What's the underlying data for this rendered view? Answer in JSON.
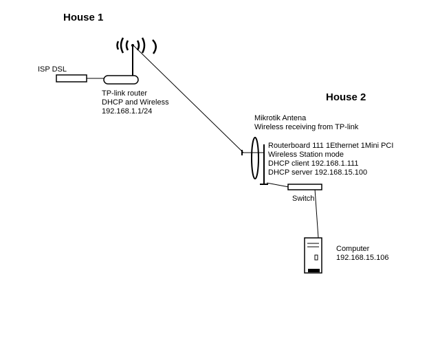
{
  "house1": {
    "title": "House 1",
    "isp_label": "ISP DSL",
    "router": {
      "line1": "TP-link router",
      "line2": "DHCP and Wireless",
      "line3": "192.168.1.1/24"
    }
  },
  "house2": {
    "title": "House 2",
    "antenna": {
      "line1": "Mikrotik Antena",
      "line2": "Wireless receiving from TP-link"
    },
    "routerboard": {
      "line1": "Routerboard 111 1Ethernet 1Mini PCI",
      "line2": "Wireless Station mode",
      "line3": "DHCP client 192.168.1.111",
      "line4": "DHCP server 192.168.15.100"
    },
    "switch_label": "Switch",
    "computer": {
      "line1": "Computer",
      "line2": "192.168.15.106"
    }
  },
  "icons": {
    "wifi": "wifi-signal-icon",
    "router": "router-icon",
    "modem": "dsl-modem-icon",
    "antenna": "dish-antenna-icon",
    "switch": "switch-icon",
    "computer": "computer-tower-icon"
  }
}
